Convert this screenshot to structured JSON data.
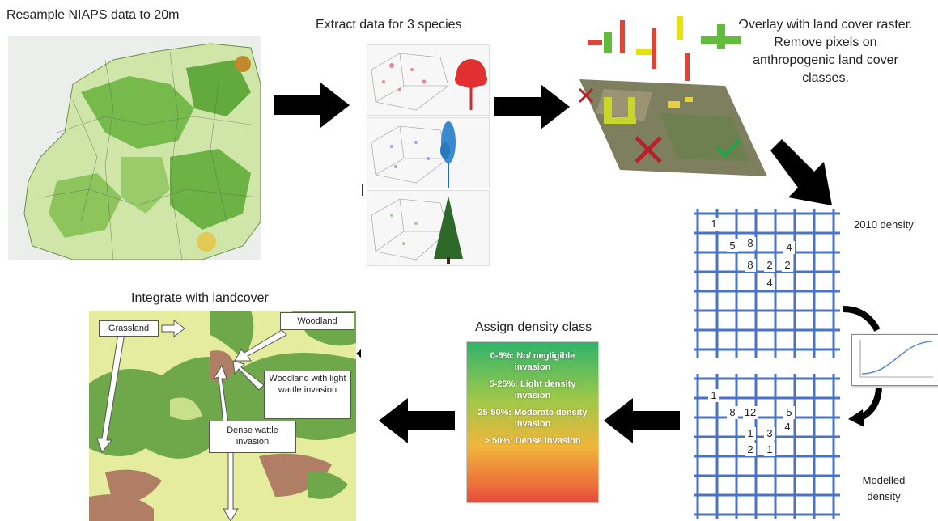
{
  "steps": {
    "resample": "Resample NIAPS data to 20m",
    "extract": "Extract data for 3 species",
    "overlay": "Overlay with land cover raster. Remove pixels on anthropogenic land cover classes.",
    "integrate": "Integrate with landcover",
    "assign": "Assign density class"
  },
  "grids": {
    "top_label": "2010 density",
    "bottom_label": "Modelled density",
    "top_numbers": [
      "1",
      "5",
      "8",
      "4",
      "8",
      "2",
      "2",
      "4"
    ],
    "bottom_numbers": [
      "1",
      "8",
      "12",
      "5",
      "1",
      "3",
      "4",
      "2",
      "1"
    ]
  },
  "density_classes": [
    "0-5%: No/ negligible invasion",
    "5-25%: Light density invasion",
    "25-50%: Moderate density invasion",
    "> 50%: Dense invasion"
  ],
  "landcover_labels": {
    "grassland": "Grassland",
    "woodland": "Woodland",
    "woodland_light": "Woodland with light wattle invasion",
    "dense_wattle": "Dense wattle invasion"
  },
  "colors": {
    "grid_blue": "#4a72c9",
    "arrow": "#000000",
    "veg_green": "#5aa832",
    "light_green": "#c8e08a",
    "grassland_yellow": "#e6ec9e",
    "woodland_green": "#6fa84a",
    "wattle_brown": "#b07e64"
  }
}
